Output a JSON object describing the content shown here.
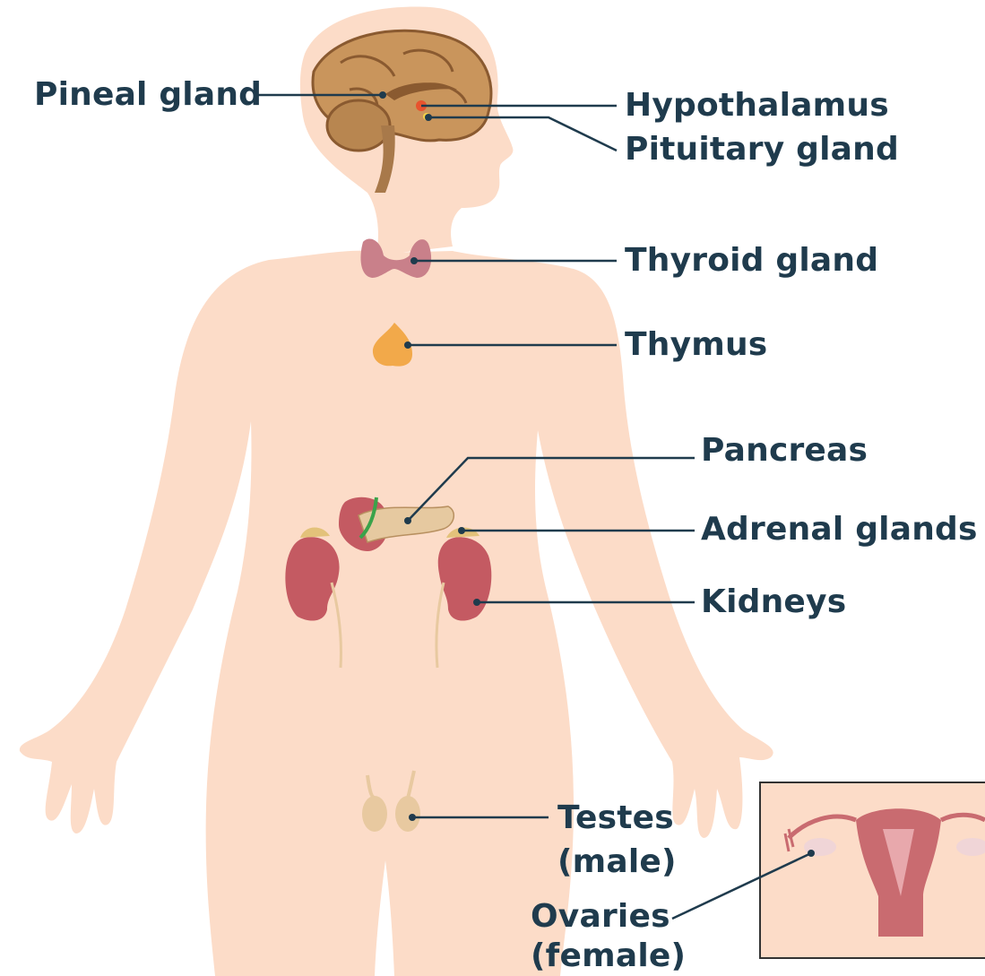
{
  "labels": {
    "pineal": "Pineal gland",
    "hypothalamus": "Hypothalamus",
    "pituitary": "Pituitary gland",
    "thyroid": "Thyroid gland",
    "thymus": "Thymus",
    "pancreas": "Pancreas",
    "adrenal": "Adrenal glands",
    "kidneys": "Kidneys",
    "testes_1": "Testes",
    "testes_2": "(male)",
    "ovaries_1": "Ovaries",
    "ovaries_2": "(female)"
  },
  "colors": {
    "skin": "#fcdcc8",
    "brain": "#c9955c",
    "brain_dark": "#8a5a30",
    "thyroid": "#c9808a",
    "thymus": "#f2a94a",
    "kidney": "#c45a62",
    "adrenal": "#e3c27a",
    "pancreas": "#e6c9a0",
    "testes": "#e8c9a0",
    "uterus": "#c96b70",
    "text": "#1f3b4d"
  }
}
